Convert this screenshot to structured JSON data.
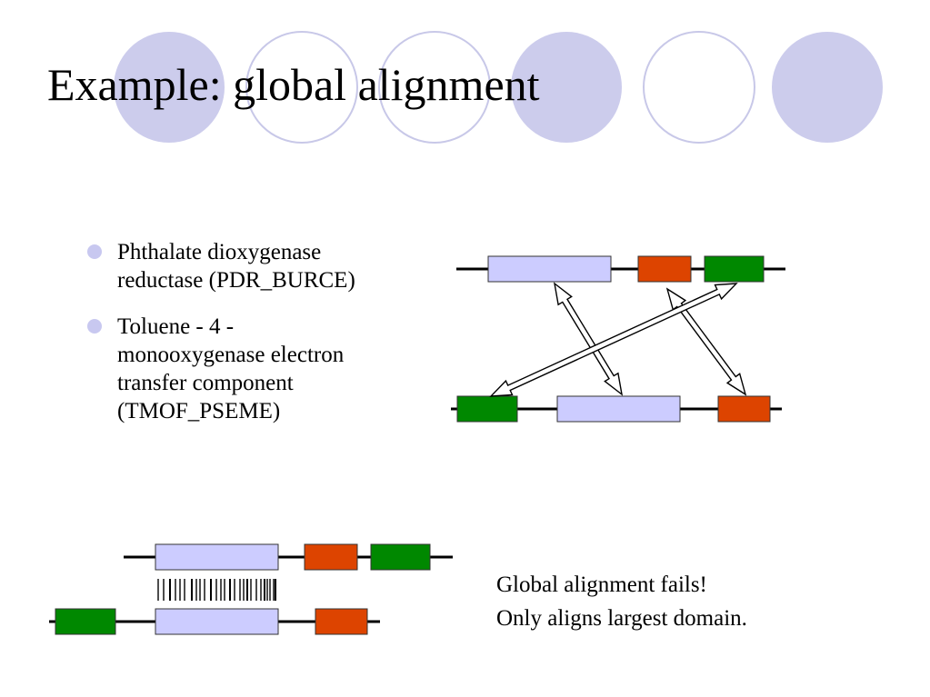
{
  "slide": {
    "title": "Example: global alignment"
  },
  "colors": {
    "circle_fill": "#ccccec",
    "circle_stroke": "#c8c8e8",
    "domain_blue": "#ccccff",
    "domain_red": "#dd4400",
    "domain_green": "#008800",
    "bullet": "#c8c8f0"
  },
  "bullets": [
    {
      "lines": [
        "Phthalate dioxygenase",
        "reductase (PDR_BURCE)"
      ]
    },
    {
      "lines": [
        "Toluene - 4 -",
        "monooxygenase electron",
        "transfer component",
        "(TMOF_PSEME)"
      ]
    }
  ],
  "caption": {
    "line1": "Global alignment fails!",
    "line2": "Only aligns largest domain."
  }
}
